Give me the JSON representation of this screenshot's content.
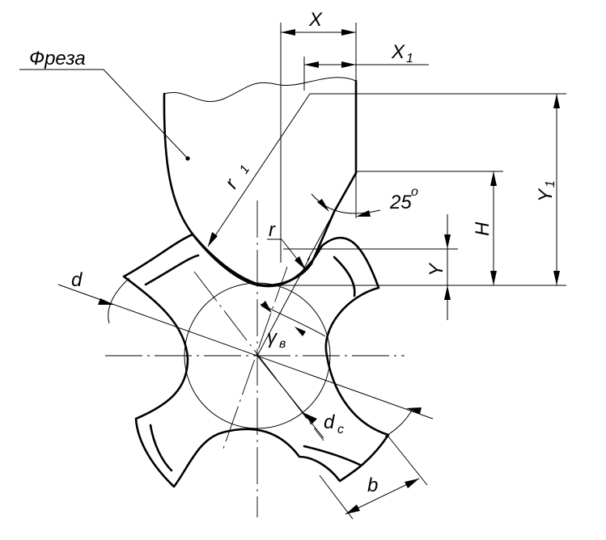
{
  "labels": {
    "cutter": "Фреза",
    "X": "X",
    "X1": "X",
    "X1_sub": "1",
    "r1": "r",
    "r1_sub": "1",
    "angle": "25",
    "angle_unit": "о",
    "Y1": "Y",
    "Y1_sub": "1",
    "H": "H",
    "r": "r",
    "Y": "Y",
    "d": "d",
    "gamma": "γ",
    "gamma_sub": "в",
    "dc": "d",
    "dc_sub": "c",
    "b": "b"
  }
}
